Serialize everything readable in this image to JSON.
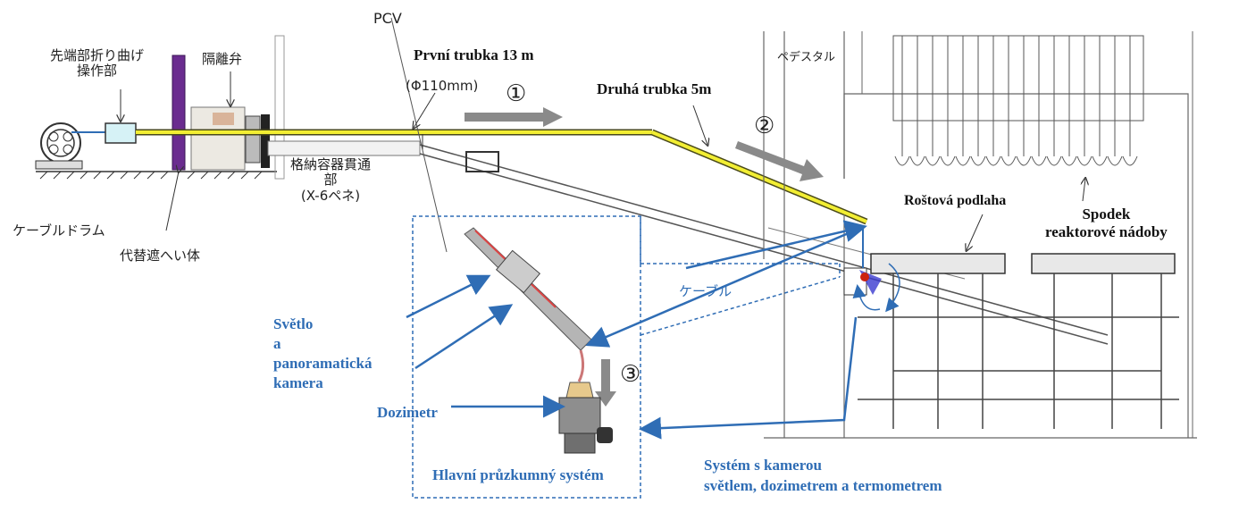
{
  "labels": {
    "tip_bend_operation": "先端部折り曲げ\n操作部",
    "isolation_valve": "隔離弁",
    "pcv": "PCV",
    "first_tube": "První trubka 13 m",
    "first_tube_diameter": "(Φ110mm)",
    "second_tube": "Druhá trubka 5m",
    "pedestal": "ペデスタル",
    "penetration": "格納容器貫通\n部\n(X-6ペネ)",
    "grating_floor": "Roštová podlaha",
    "vessel_bottom": "Spodek\nreaktorové nádoby",
    "cable_drum": "ケーブルドラム",
    "alt_shield": "代替遮へい体",
    "cable": "ケーブル",
    "light_camera": "Světlo\na\npanoramatická\nkamera",
    "dosimeter": "Dozimetr",
    "main_system": "Hlavní průzkumný systém",
    "camera_system": "Systém s kamerou\nsvětlem, dozimetrem a termometrem"
  },
  "steps": [
    "①",
    "②",
    "③"
  ],
  "colors": {
    "tube": "#f2ee33",
    "tube_outline": "#4a4a1a",
    "blue": "#2f6db5",
    "line": "#333333",
    "shield": "#6a2c8f",
    "arrow_gray": "#8a8a8a"
  }
}
